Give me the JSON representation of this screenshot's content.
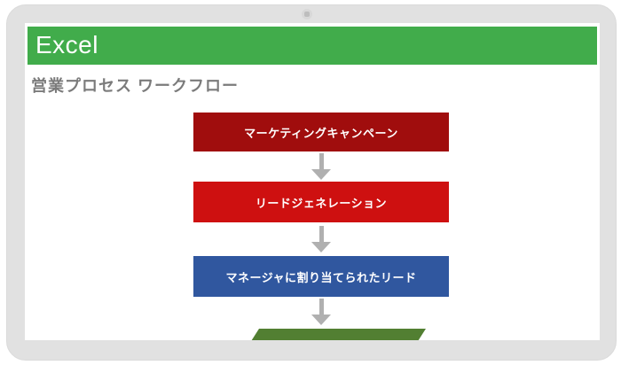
{
  "device": {
    "type": "tablet-mockup",
    "frame_color": "#e1e1e1",
    "camera": "camera-dot"
  },
  "header": {
    "app_name": "Excel",
    "bg_color": "#41ac4b",
    "text_color": "#ffffff"
  },
  "page": {
    "title": "営業プロセス ワークフロー",
    "title_color": "#7b7b7b"
  },
  "flowchart": {
    "nodes": [
      {
        "label": "マーケティングキャンペーン",
        "shape": "rectangle",
        "color": "#a00d0d",
        "text_color": "#ffffff"
      },
      {
        "label": "リードジェネレーション",
        "shape": "rectangle",
        "color": "#ce1010",
        "text_color": "#ffffff"
      },
      {
        "label": "マネージャに割り当てられたリード",
        "shape": "rectangle",
        "color": "#30579f",
        "text_color": "#ffffff"
      },
      {
        "label": "",
        "shape": "parallelogram-partially-hidden",
        "color": "#527f32",
        "text_color": "#ffffff"
      }
    ],
    "connectors": [
      {
        "icon": "down-arrow-icon"
      },
      {
        "icon": "down-arrow-icon"
      },
      {
        "icon": "down-arrow-icon"
      }
    ],
    "connector_color": "#b0b0b0"
  }
}
